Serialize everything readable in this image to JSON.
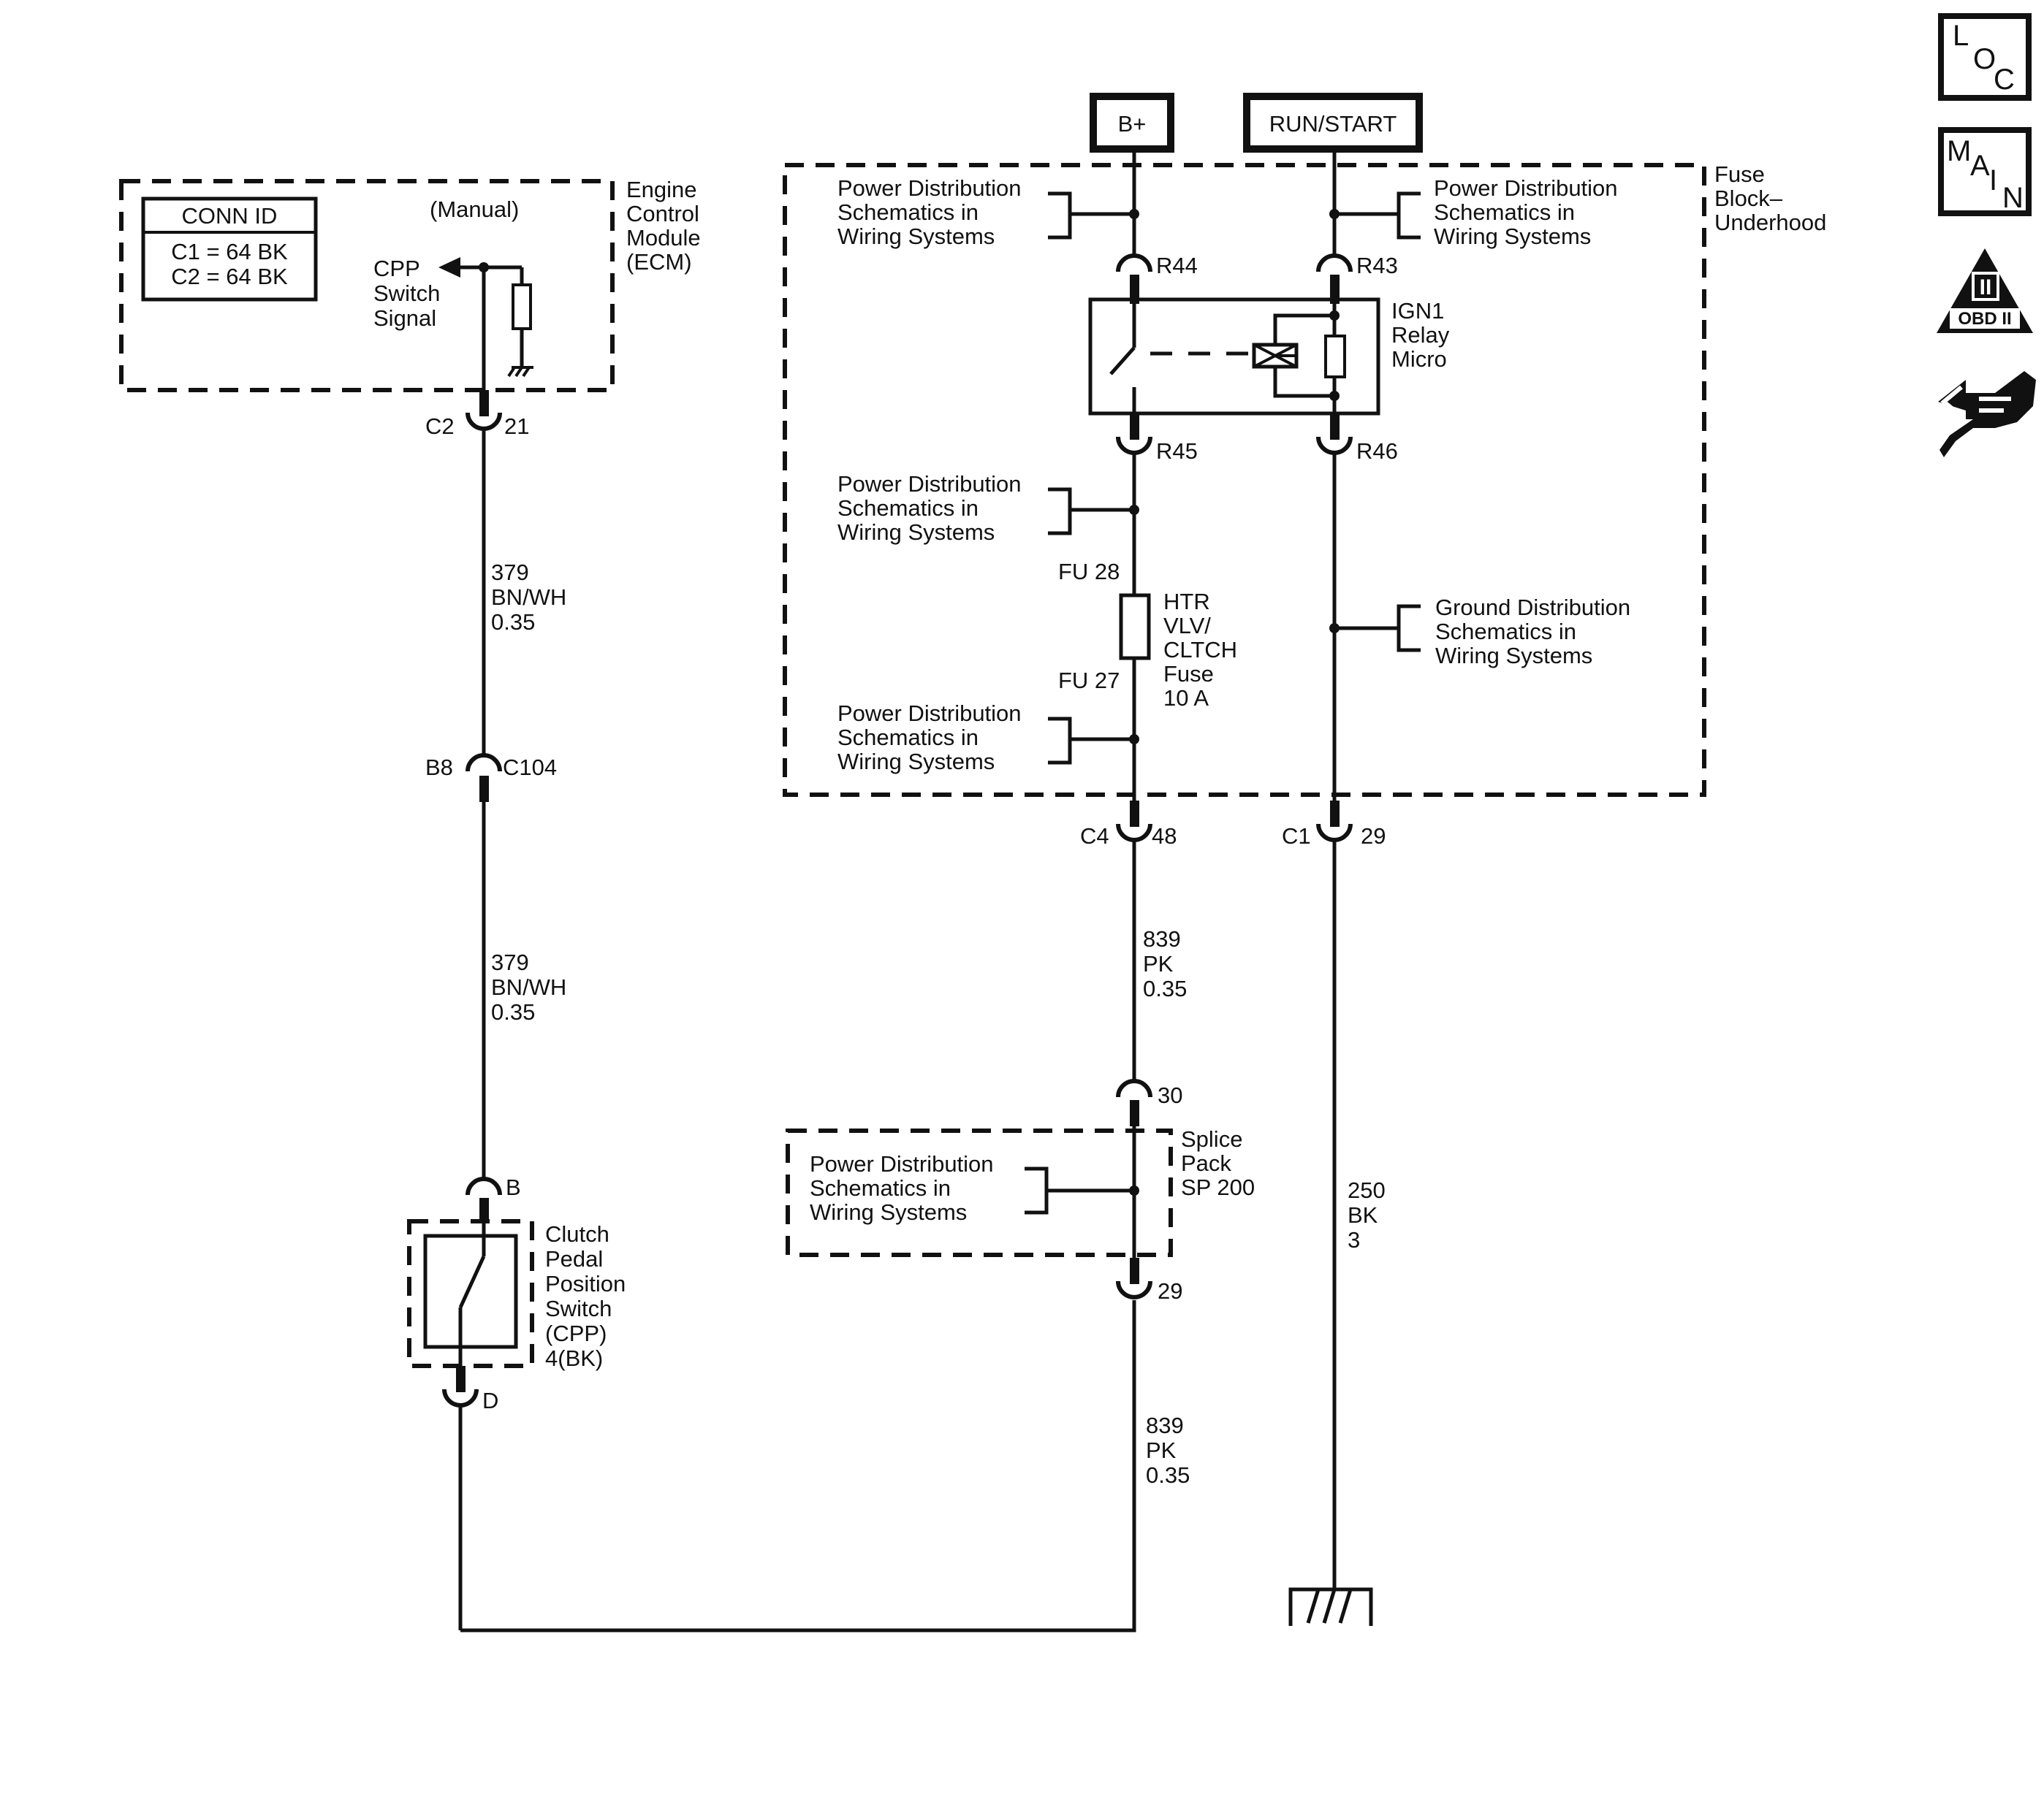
{
  "conn_id": {
    "title": "CONN ID",
    "rows": [
      "C1 = 64 BK",
      "C2 = 64 BK"
    ]
  },
  "ecm": {
    "name_lines": [
      "Engine",
      "Control",
      "Module",
      "(ECM)"
    ],
    "variant": "(Manual)",
    "signal_lines": [
      "CPP",
      "Switch",
      "Signal"
    ]
  },
  "supplies": {
    "bplus": "B+",
    "run_start": "RUN/START"
  },
  "fuse_block": {
    "name_lines": [
      "Fuse",
      "Block–",
      "Underhood"
    ]
  },
  "relay": {
    "name_lines": [
      "IGN1",
      "Relay",
      "Micro"
    ]
  },
  "fuse": {
    "name_lines": [
      "HTR",
      "VLV/",
      "CLTCH",
      "Fuse",
      "10 A"
    ],
    "top_pin": "FU 28",
    "bottom_pin": "FU 27"
  },
  "refs": {
    "power_dist": [
      "Power Distribution",
      "Schematics in",
      "Wiring Systems"
    ],
    "ground_dist": [
      "Ground Distribution",
      "Schematics in",
      "Wiring Systems"
    ]
  },
  "splice": {
    "name_lines": [
      "Splice",
      "Pack",
      "SP 200"
    ]
  },
  "cpp_switch": {
    "name_lines": [
      "Clutch",
      "Pedal",
      "Position",
      "Switch",
      "(CPP)",
      "4(BK)"
    ]
  },
  "connectors": {
    "ecm_c2": "C2",
    "ecm_pin": "21",
    "inline_pin": "B8",
    "inline_c104": "C104",
    "r44": "R44",
    "r43": "R43",
    "r45": "R45",
    "r46": "R46",
    "c4": "C4",
    "c4_pin": "48",
    "c1": "C1",
    "c1_pin": "29",
    "splice_in": "30",
    "splice_out": "29",
    "cpp_b": "B",
    "cpp_d": "D"
  },
  "wires": {
    "w379_a": [
      "379",
      "BN/WH",
      "0.35"
    ],
    "w379_b": [
      "379",
      "BN/WH",
      "0.35"
    ],
    "w839_a": [
      "839",
      "PK",
      "0.35"
    ],
    "w839_b": [
      "839",
      "PK",
      "0.35"
    ],
    "w250": [
      "250",
      "BK",
      "3"
    ]
  },
  "nav": {
    "loc": [
      "L",
      "O",
      "C"
    ],
    "main": [
      "M",
      "A",
      "I",
      "N"
    ],
    "obd": "OBD II",
    "obd_roman": "II"
  }
}
